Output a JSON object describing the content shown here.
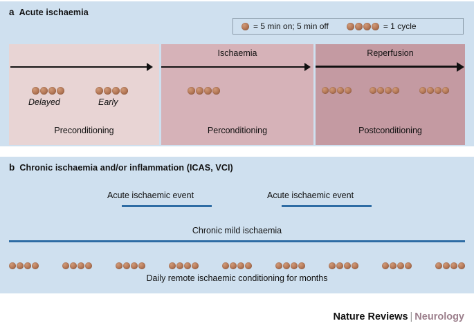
{
  "figure": {
    "background_color": "#ffffff",
    "panel_background": "#cfe0ef",
    "sphere_color": "#b5795c",
    "line_color": "#2e6ca4"
  },
  "panel_a": {
    "letter": "a",
    "title": "Acute ischaemia",
    "background_color": "#cfe0ef",
    "legend": {
      "single_text": "= 5 min on; 5 min off",
      "cycle_text": "= 1 cycle",
      "single_dot_count": 1,
      "cycle_dot_count": 4,
      "border_color": "#8a9aa8"
    },
    "subpanels": [
      {
        "name": "preconditioning",
        "footer": "Preconditioning",
        "heading": "",
        "color": "#e8d4d4",
        "clusters": [
          {
            "label": "Delayed",
            "dots": 4
          },
          {
            "label": "Early",
            "dots": 4
          }
        ]
      },
      {
        "name": "perconditioning",
        "footer": "Perconditioning",
        "heading": "Ischaemia",
        "color": "#d6b2b8",
        "clusters": [
          {
            "label": "",
            "dots": 4
          }
        ]
      },
      {
        "name": "postconditioning",
        "footer": "Postconditioning",
        "heading": "Reperfusion",
        "color": "#c49aa2",
        "clusters": [
          {
            "label": "",
            "dots": 4
          },
          {
            "label": "",
            "dots": 4
          },
          {
            "label": "",
            "dots": 4
          }
        ]
      }
    ]
  },
  "panel_b": {
    "letter": "b",
    "title": "Chronic ischaemia and/or inflammation (ICAS, VCI)",
    "background_color": "#cfe0ef",
    "acute_events": [
      {
        "label": "Acute ischaemic event"
      },
      {
        "label": "Acute ischaemic event"
      }
    ],
    "chronic_label": "Chronic mild ischaemia",
    "bottom_caption": "Daily remote ischaemic conditioning for months",
    "dot_cluster_count": 9,
    "dots_per_cluster": 4
  },
  "footer": {
    "journal": "Nature Reviews",
    "separator": "|",
    "section": "Neurology"
  }
}
